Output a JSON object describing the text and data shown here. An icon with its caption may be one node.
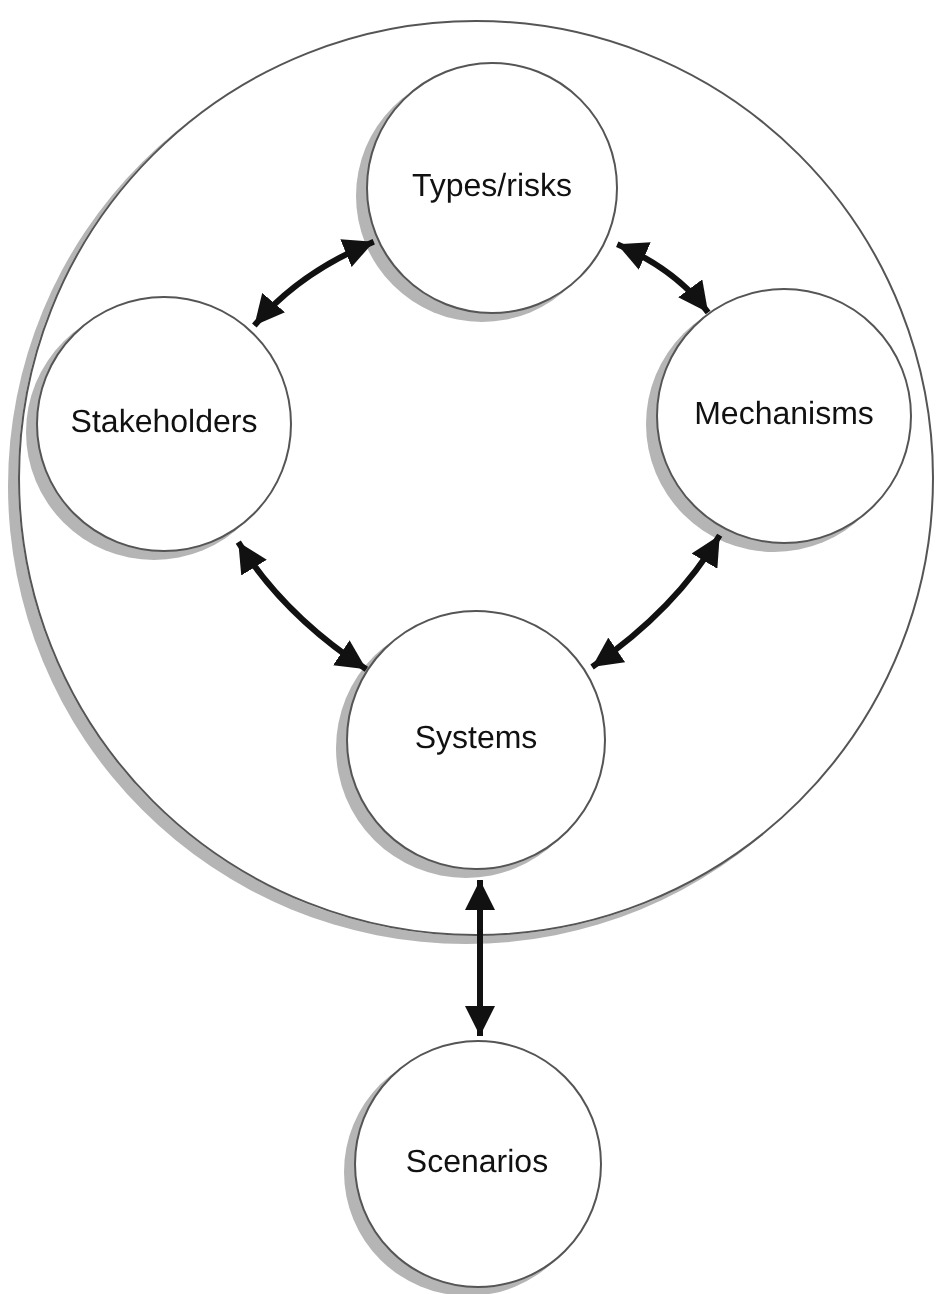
{
  "diagram": {
    "nodes": [
      {
        "text": [],
        "shape": "circle"
      },
      {
        "text": [
          "Types/risks"
        ],
        "in": 0
      },
      {
        "text": [
          "Stakeholders"
        ],
        "in": 0
      },
      {
        "text": [
          "Mechanisms"
        ],
        "in": 0
      },
      {
        "text": [
          "Systems"
        ],
        "in": 0
      },
      {
        "text": [
          "Scenarios"
        ]
      }
    ],
    "edges": [
      {
        "from": 1,
        "to": 2,
        "arrow": "both"
      },
      {
        "from": 1,
        "to": 3,
        "arrow": "both"
      },
      {
        "from": 2,
        "to": 4,
        "arrow": "both"
      },
      {
        "from": 3,
        "to": 4,
        "arrow": "both"
      },
      {
        "from": 4,
        "to": 5,
        "arrow": "both"
      }
    ]
  }
}
